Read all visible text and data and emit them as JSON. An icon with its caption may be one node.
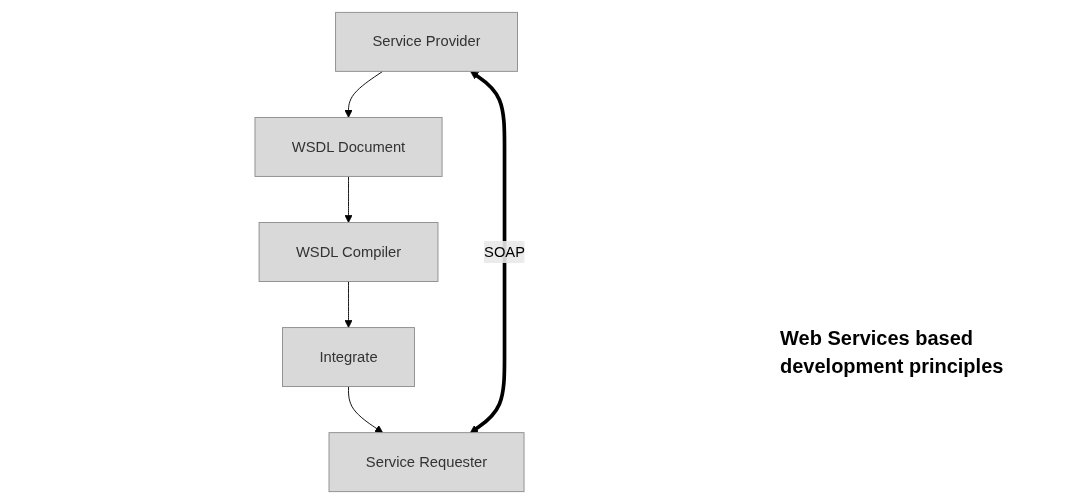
{
  "diagram": {
    "caption": "Web Services based development principles",
    "nodes": [
      {
        "text": [
          "WSDL Document"
        ]
      },
      {
        "text": [
          "WSDL Compiler"
        ]
      },
      {
        "text": [
          "Integrate"
        ]
      },
      {
        "text": [
          "Service Provider"
        ]
      },
      {
        "text": [
          "Service Requester"
        ]
      }
    ],
    "edges": [
      {
        "from": 3,
        "to": 0,
        "arrow": "to"
      },
      {
        "from": 0,
        "to": 1,
        "arrow": "to"
      },
      {
        "from": 1,
        "to": 2,
        "arrow": "to"
      },
      {
        "from": 2,
        "to": 4,
        "arrow": "to"
      },
      {
        "from": 3,
        "to": 4,
        "arrow": "both",
        "label": "SOAP",
        "style": "thick"
      }
    ]
  }
}
